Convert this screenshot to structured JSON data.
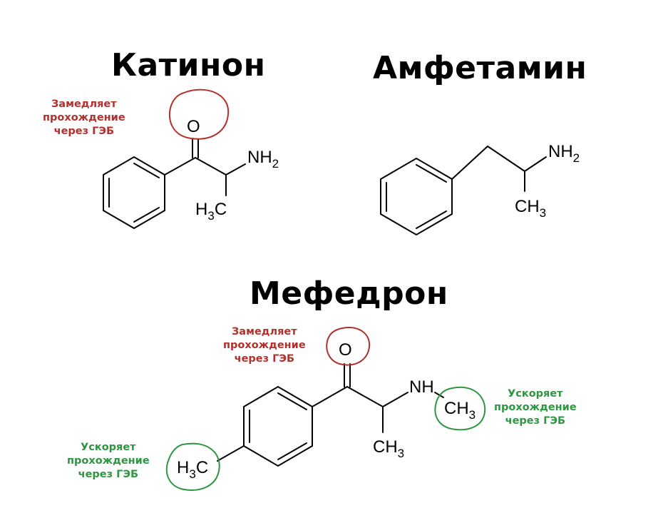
{
  "titles": {
    "cathinone": "Катинон",
    "amphetamine": "Амфетамин",
    "mephedrone": "Мефедрон"
  },
  "notes": {
    "slows": [
      "Замедляет",
      "прохождение",
      "через ГЭБ"
    ],
    "speeds": [
      "Ускоряет",
      "прохождение",
      "через ГЭБ"
    ]
  },
  "atoms": {
    "oxygen": "O",
    "amine_N": "NH",
    "methylamine_N": "NH",
    "methyl_C": "CH",
    "methyl_left_H": "H",
    "methyl_left_C": "C",
    "sub_2": "2",
    "sub_3": "3"
  },
  "colors": {
    "slows": "#b3302c",
    "speeds": "#2e9640",
    "bonds": "#000000"
  }
}
